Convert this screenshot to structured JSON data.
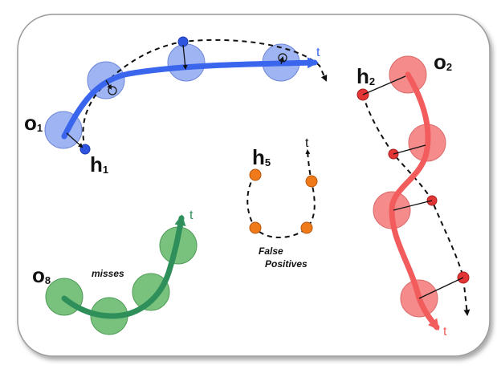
{
  "labels": {
    "o1_main": "o",
    "o1_sub": "1",
    "o2_main": "o",
    "o2_sub": "2",
    "o8_main": "o",
    "o8_sub": "8",
    "h1_main": "h",
    "h1_sub": "1",
    "h2_main": "h",
    "h2_sub": "2",
    "h5_main": "h",
    "h5_sub": "5",
    "t_blue": "t",
    "t_red": "t",
    "t_green": "t",
    "t_orange": "t",
    "misses": "misses",
    "false_positives_line1": "False",
    "false_positives_line2": "Positives"
  },
  "colors": {
    "blue_track": "#3a66ee",
    "blue_object": "#9fb4f2",
    "blue_hyp": "#2f55e0",
    "red_track": "#f25c5c",
    "red_object": "#f58b8b",
    "red_hyp": "#e23535",
    "green_track": "#2f8f5a",
    "green_object": "#79c27e",
    "orange_hyp": "#f07a1a"
  }
}
